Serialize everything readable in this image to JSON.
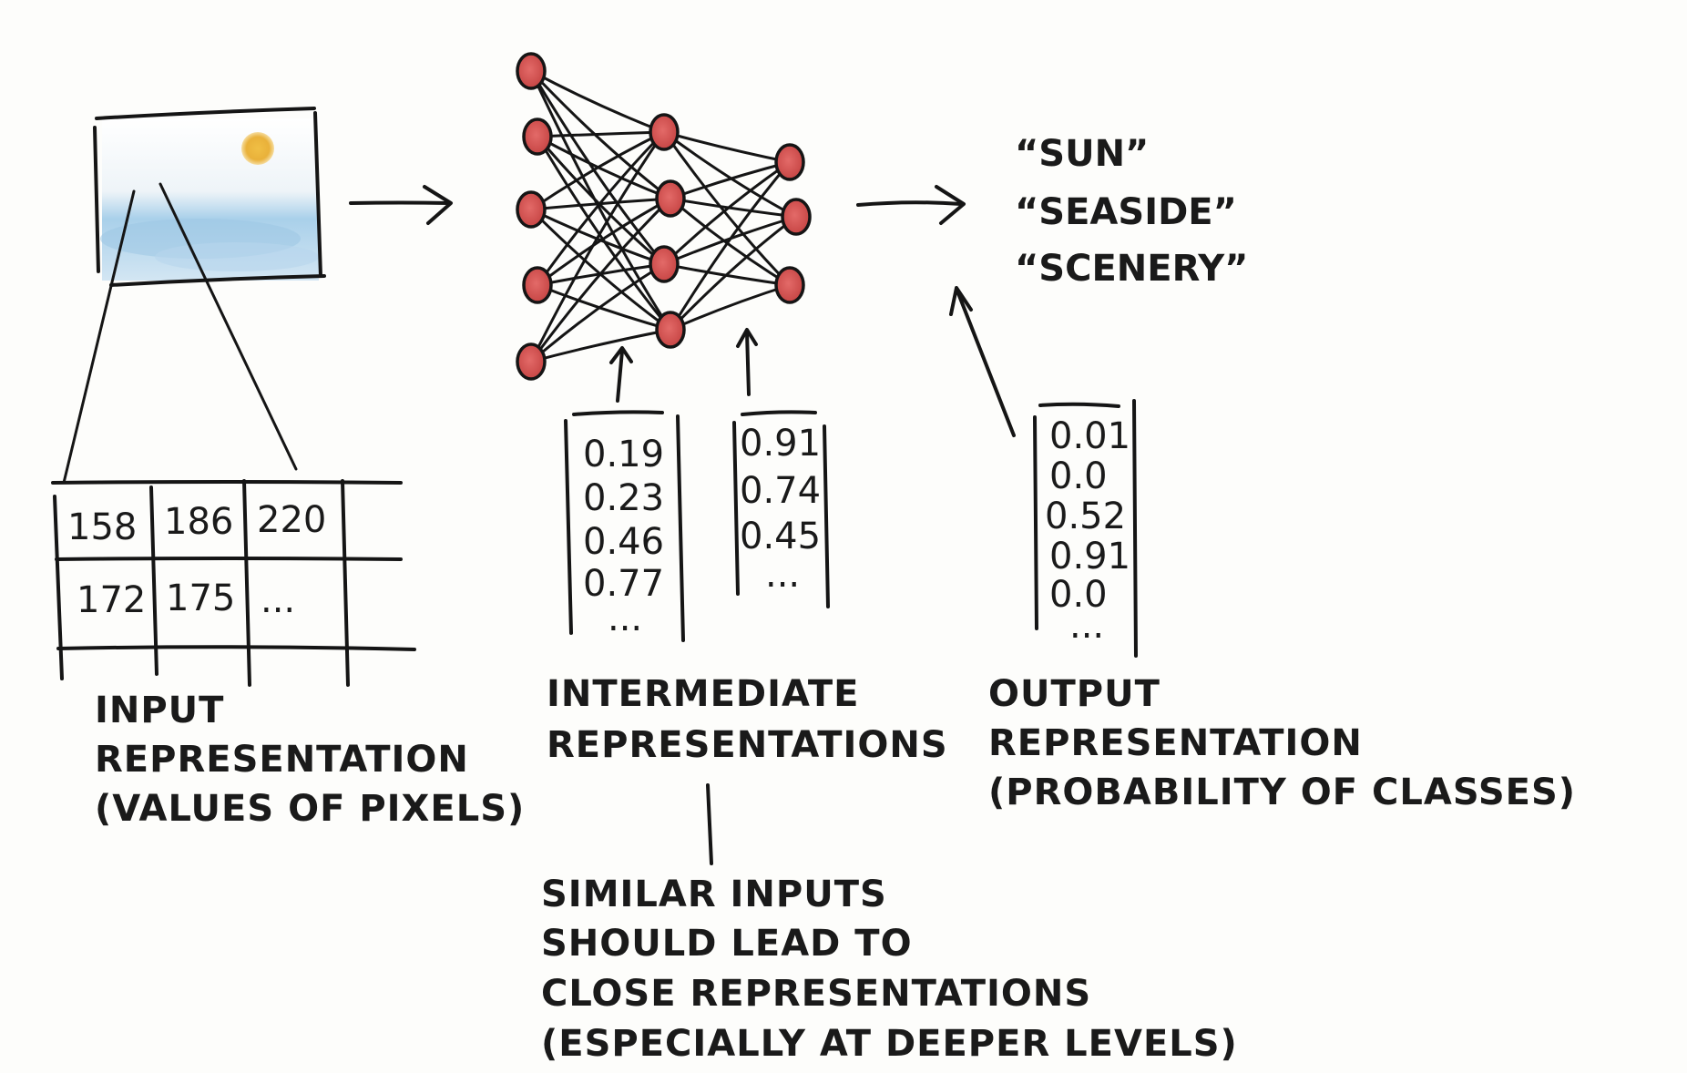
{
  "input": {
    "pixel_table": [
      [
        "158",
        "186",
        "220",
        ""
      ],
      [
        "172",
        "175",
        "...",
        ""
      ]
    ],
    "label_lines": [
      "INPUT",
      "REPRESENTATION",
      "(VALUES OF PIXELS)"
    ]
  },
  "network": {
    "layers": [
      5,
      4,
      3
    ],
    "node_color": "#d7595a"
  },
  "intermediate": {
    "vector_1": [
      "0.19",
      "0.23",
      "0.46",
      "0.77",
      "..."
    ],
    "vector_2": [
      "0.91",
      "0.74",
      "0.45",
      "..."
    ],
    "label_lines": [
      "INTERMEDIATE",
      "REPRESENTATIONS"
    ]
  },
  "output": {
    "vector": [
      "0.01",
      "0.0",
      "0.52",
      "0.91",
      "0.0",
      "..."
    ],
    "classes": [
      "“SUN”",
      "“SEASIDE”",
      "“SCENERY”"
    ],
    "label_lines": [
      "OUTPUT",
      "REPRESENTATION",
      "(PROBABILITY OF CLASSES)"
    ]
  },
  "note": {
    "lines": [
      "SIMILAR INPUTS",
      "SHOULD LEAD TO",
      "CLOSE REPRESENTATIONS",
      "(ESPECIALLY AT DEEPER LEVELS)"
    ]
  },
  "colors": {
    "ink": "#151515",
    "sky": "#9cc7e4",
    "sun": "#e8b53a",
    "node": "#d7595a"
  }
}
